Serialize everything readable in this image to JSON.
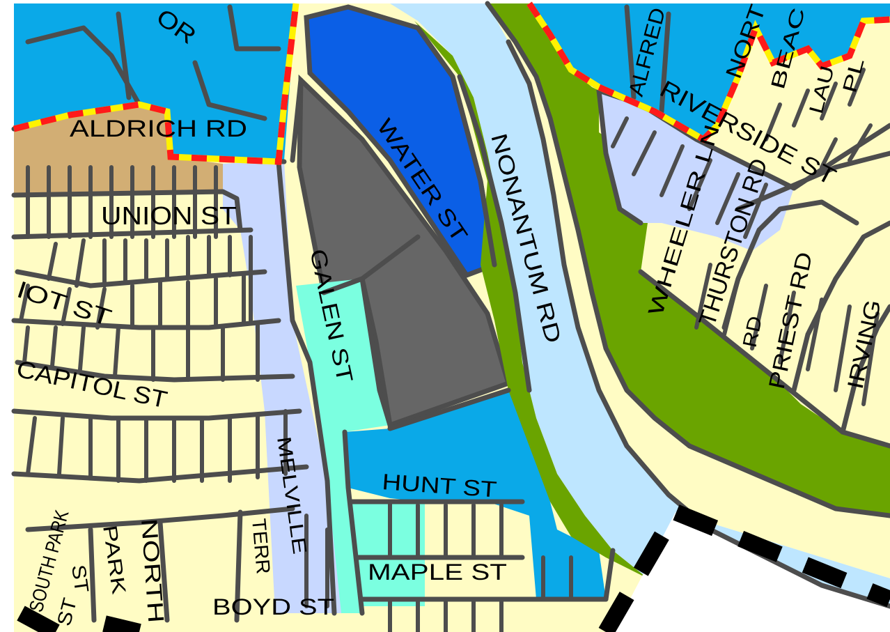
{
  "colors": {
    "residential": "#FFFCC4",
    "lightblue_zone": "#C8D8FF",
    "blue_zone": "#0AA9E8",
    "darkblue_zone": "#0B5FE6",
    "tan_zone": "#D2AE74",
    "gray_zone": "#666666",
    "aqua_zone": "#7BFFE0",
    "river": "#BEE6FF",
    "park": "#6AA400",
    "outline": "#4D4D4D",
    "boundary_red": "#FF1A1A",
    "boundary_yellow": "#FFF200",
    "boundary_black": "#000000",
    "background": "#FFFFFF"
  },
  "street_labels": [
    {
      "id": "aldrich",
      "text": "ALDRICH RD"
    },
    {
      "id": "union",
      "text": "UNION ST"
    },
    {
      "id": "eliot",
      "text": "IOT ST"
    },
    {
      "id": "capitol",
      "text": "CAPITOL ST"
    },
    {
      "id": "galen",
      "text": "GALEN ST"
    },
    {
      "id": "water",
      "text": "WATER ST"
    },
    {
      "id": "nonantum",
      "text": "NONANTUM RD"
    },
    {
      "id": "riverside",
      "text": "RIVERSIDE ST"
    },
    {
      "id": "wheeler",
      "text": "WHEELER LN"
    },
    {
      "id": "thurston",
      "text": "THURSTON RD"
    },
    {
      "id": "priest",
      "text": "PRIEST RD"
    },
    {
      "id": "irving",
      "text": "IRVING"
    },
    {
      "id": "alfred",
      "text": "ALFRED"
    },
    {
      "id": "north_top",
      "text": "NORT"
    },
    {
      "id": "beac",
      "text": "BEAC"
    },
    {
      "id": "lauc",
      "text": "LAU"
    },
    {
      "id": "pl",
      "text": "PL"
    },
    {
      "id": "ro_top",
      "text": "OR"
    },
    {
      "id": "rd_small",
      "text": "RD"
    },
    {
      "id": "hunt",
      "text": "HUNT ST"
    },
    {
      "id": "maple",
      "text": "MAPLE ST"
    },
    {
      "id": "boyd",
      "text": "BOYD ST"
    },
    {
      "id": "melville",
      "text": "MELVILLE"
    },
    {
      "id": "terr",
      "text": "TERR"
    },
    {
      "id": "north_park",
      "text": "NORTH"
    },
    {
      "id": "park",
      "text": "PARK"
    },
    {
      "id": "south_park",
      "text": "SOUTH PARK"
    },
    {
      "id": "st_park",
      "text": "ST"
    },
    {
      "id": "st_south",
      "text": "ST"
    }
  ]
}
